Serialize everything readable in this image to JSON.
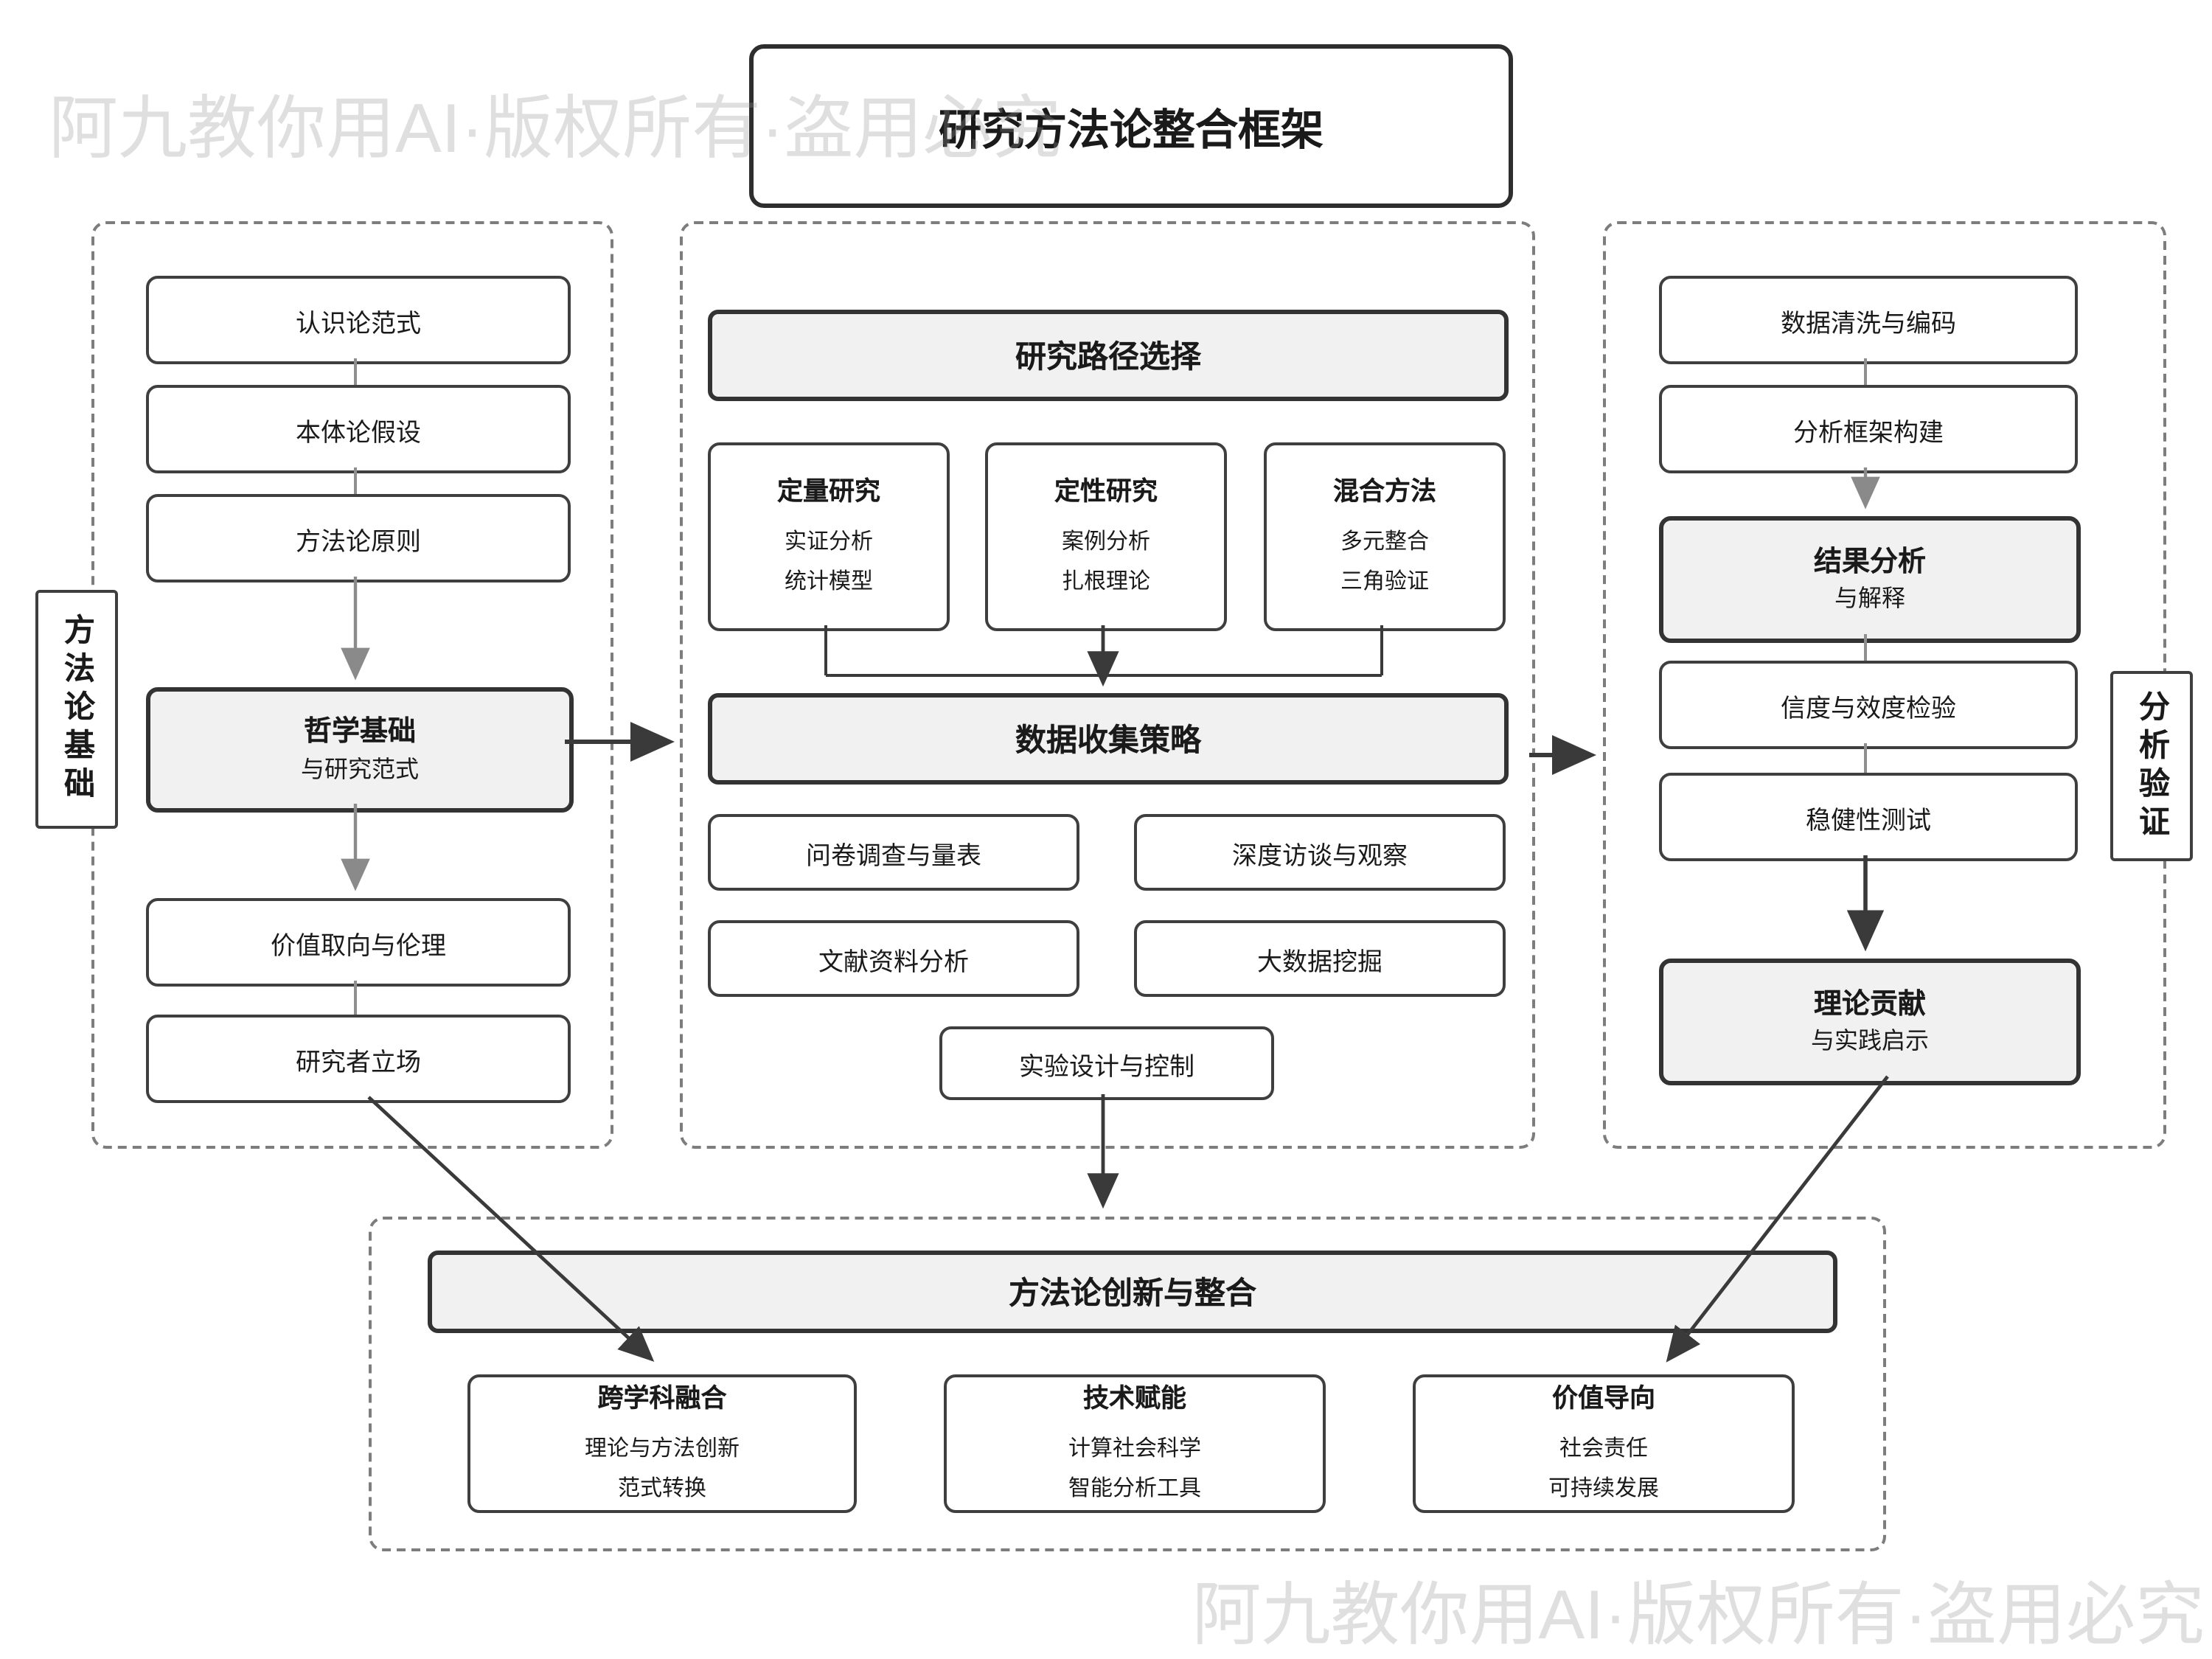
{
  "title": "研究方法论整合框架",
  "watermark": {
    "text": "阿九教你用AI·版权所有·盗用必究"
  },
  "left_panel": {
    "label": "方法论基础",
    "boxes": [
      "认识论范式",
      "本体论假设",
      "方法论原则"
    ],
    "highlight": {
      "title": "哲学基础",
      "subtitle": "与研究范式"
    },
    "boxes2": [
      "价值取向与伦理",
      "研究者立场"
    ]
  },
  "center_panel": {
    "header1": "研究路径选择",
    "methods": [
      {
        "title": "定量研究",
        "lines": [
          "实证分析",
          "统计模型"
        ]
      },
      {
        "title": "定性研究",
        "lines": [
          "案例分析",
          "扎根理论"
        ]
      },
      {
        "title": "混合方法",
        "lines": [
          "多元整合",
          "三角验证"
        ]
      }
    ],
    "header2": "数据收集策略",
    "collection": [
      "问卷调查与量表",
      "深度访谈与观察",
      "文献资料分析",
      "大数据挖掘"
    ],
    "experiment": "实验设计与控制"
  },
  "right_panel": {
    "label": "分析验证",
    "boxes": [
      "数据清洗与编码",
      "分析框架构建"
    ],
    "highlight1": {
      "title": "结果分析",
      "subtitle": "与解释"
    },
    "boxes2": [
      "信度与效度检验",
      "稳健性测试"
    ],
    "highlight2": {
      "title": "理论贡献",
      "subtitle": "与实践启示"
    }
  },
  "bottom_panel": {
    "header": "方法论创新与整合",
    "boxes": [
      {
        "title": "跨学科融合",
        "lines": [
          "理论与方法创新",
          "范式转换"
        ]
      },
      {
        "title": "技术赋能",
        "lines": [
          "计算社会科学",
          "智能分析工具"
        ]
      },
      {
        "title": "价值导向",
        "lines": [
          "社会责任",
          "可持续发展"
        ]
      }
    ]
  },
  "colors": {
    "highlight_fill": "#f1f1f1",
    "border_dark": "#333333",
    "dashed_border": "#7d7d7d",
    "arrow_gray": "#8a8a8a",
    "arrow_dark": "#3a3a3a",
    "watermark": "#c8c8c8"
  }
}
